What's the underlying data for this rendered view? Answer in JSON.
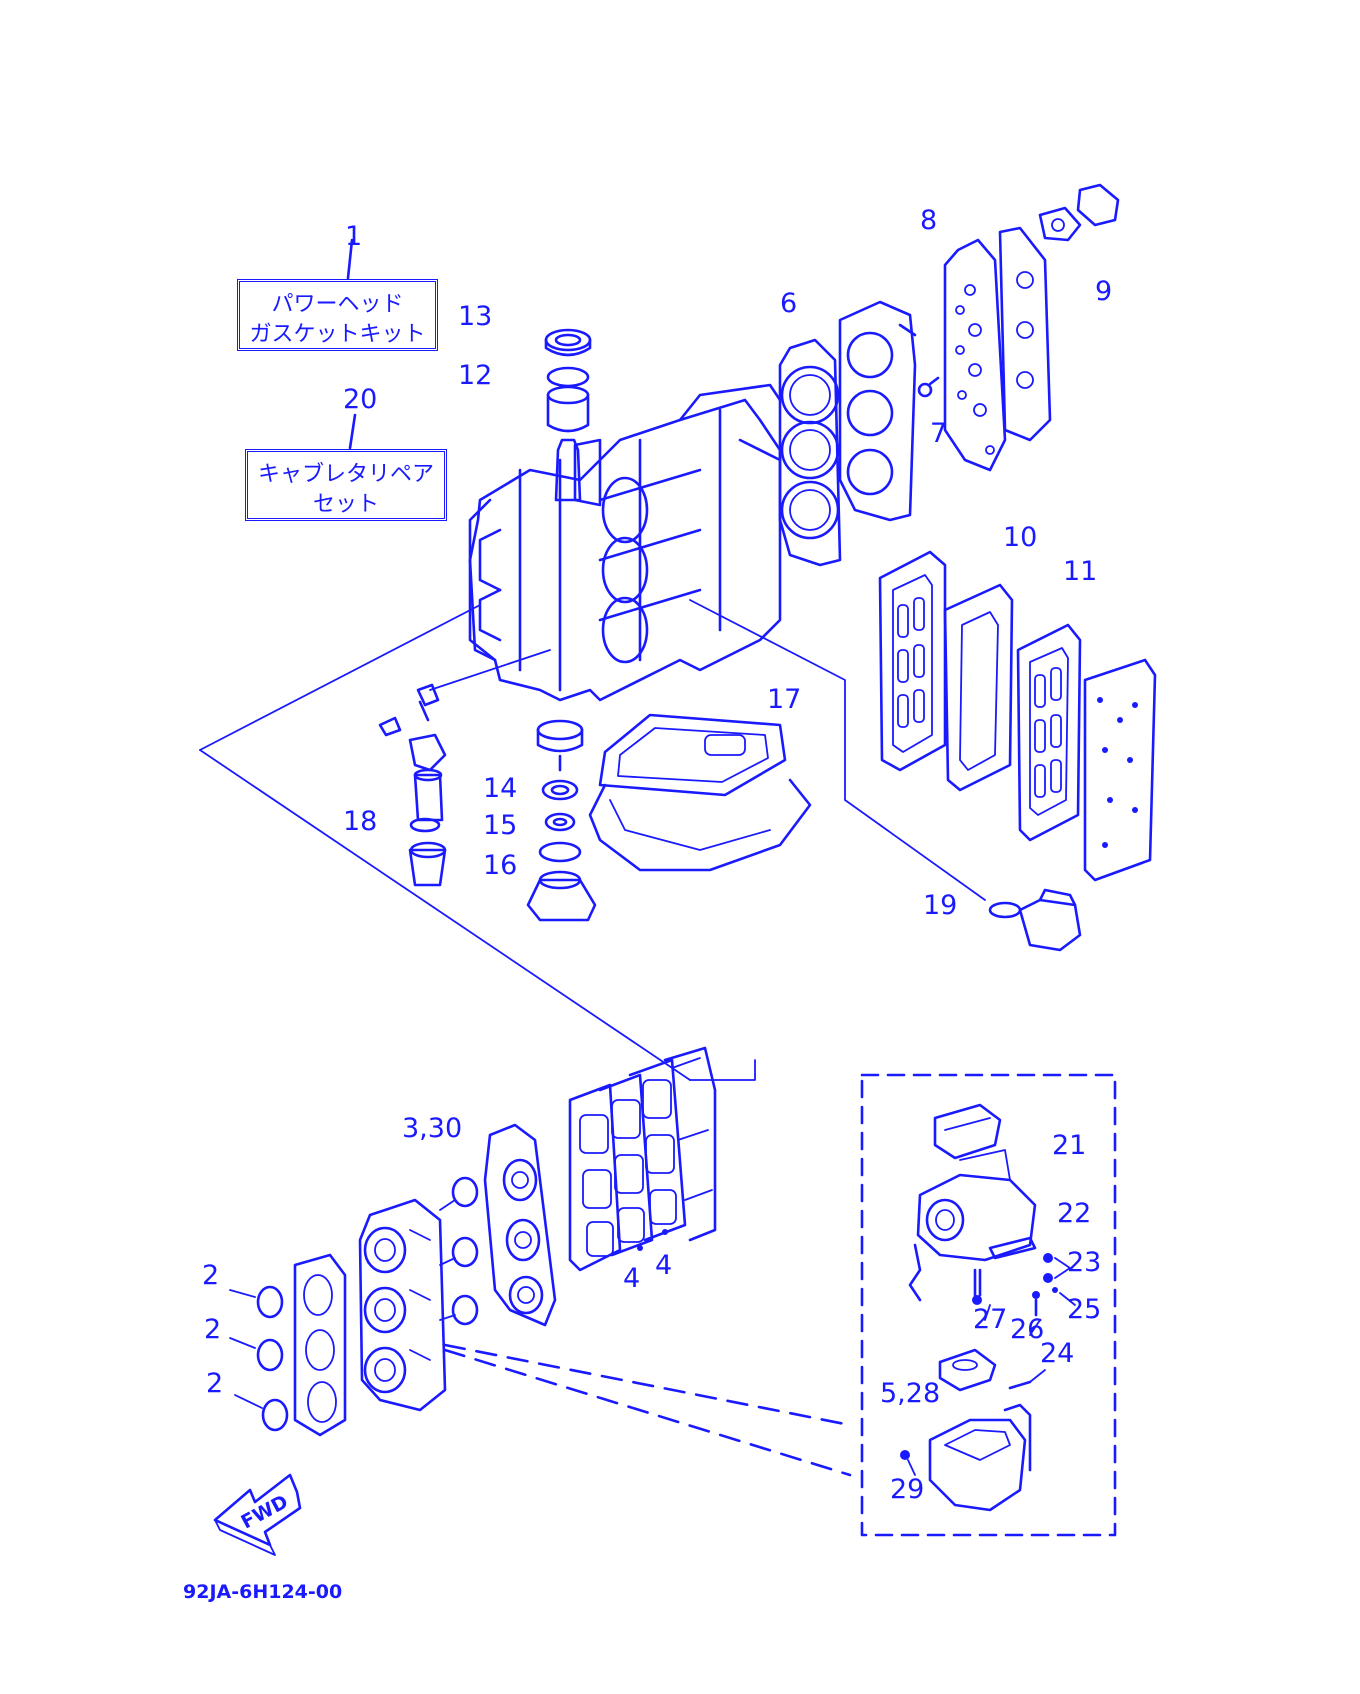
{
  "diagram": {
    "kit_labels": {
      "kit1_number": "1",
      "kit1_line1": "パワーヘッド",
      "kit1_line2": "ガスケットキット",
      "kit20_number": "20",
      "kit20_line1": "キャブレタリペア",
      "kit20_line2": "セット"
    },
    "callouts": {
      "c2a": "2",
      "c2b": "2",
      "c2c": "2",
      "c3_30": "3,30",
      "c4a": "4",
      "c4b": "4",
      "c5_28": "5,28",
      "c6": "6",
      "c7": "7",
      "c8": "8",
      "c9": "9",
      "c10": "10",
      "c11": "11",
      "c12": "12",
      "c13": "13",
      "c14": "14",
      "c15": "15",
      "c16": "16",
      "c17": "17",
      "c18": "18",
      "c19": "19",
      "c21": "21",
      "c22": "22",
      "c23": "23",
      "c24": "24",
      "c25": "25",
      "c26": "26",
      "c27": "27",
      "c29": "29"
    },
    "fwd_arrow": "FWD",
    "drawing_code": "92JA-6H124-00",
    "line_color": "#1a1aff"
  }
}
